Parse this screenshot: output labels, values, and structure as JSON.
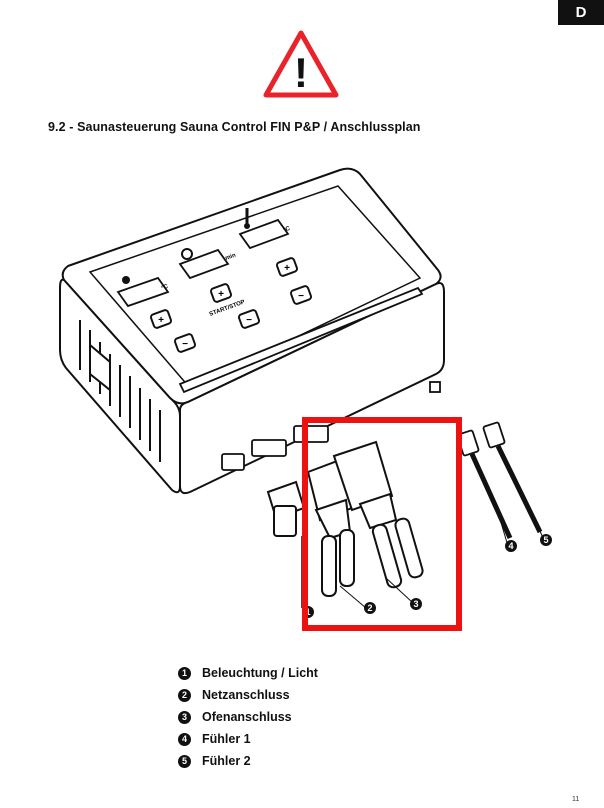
{
  "language_tab": "D",
  "section_title": "9.2 - Saunasteuerung Sauna Control FIN P&P / Anschlussplan",
  "warning_symbol": "!",
  "panel": {
    "start_stop": "START/STOP",
    "unit_min": "min",
    "unit_temp": "°C",
    "plus": "+",
    "minus": "−"
  },
  "callouts": [
    "1",
    "2",
    "3",
    "4",
    "5"
  ],
  "legend": [
    {
      "num": "1",
      "label": "Beleuchtung / Licht"
    },
    {
      "num": "2",
      "label": "Netzanschluss"
    },
    {
      "num": "3",
      "label": "Ofenanschluss"
    },
    {
      "num": "4",
      "label": "Fühler 1"
    },
    {
      "num": "5",
      "label": "Fühler 2"
    }
  ],
  "highlight_color": "#ee1111",
  "page_number": "11"
}
